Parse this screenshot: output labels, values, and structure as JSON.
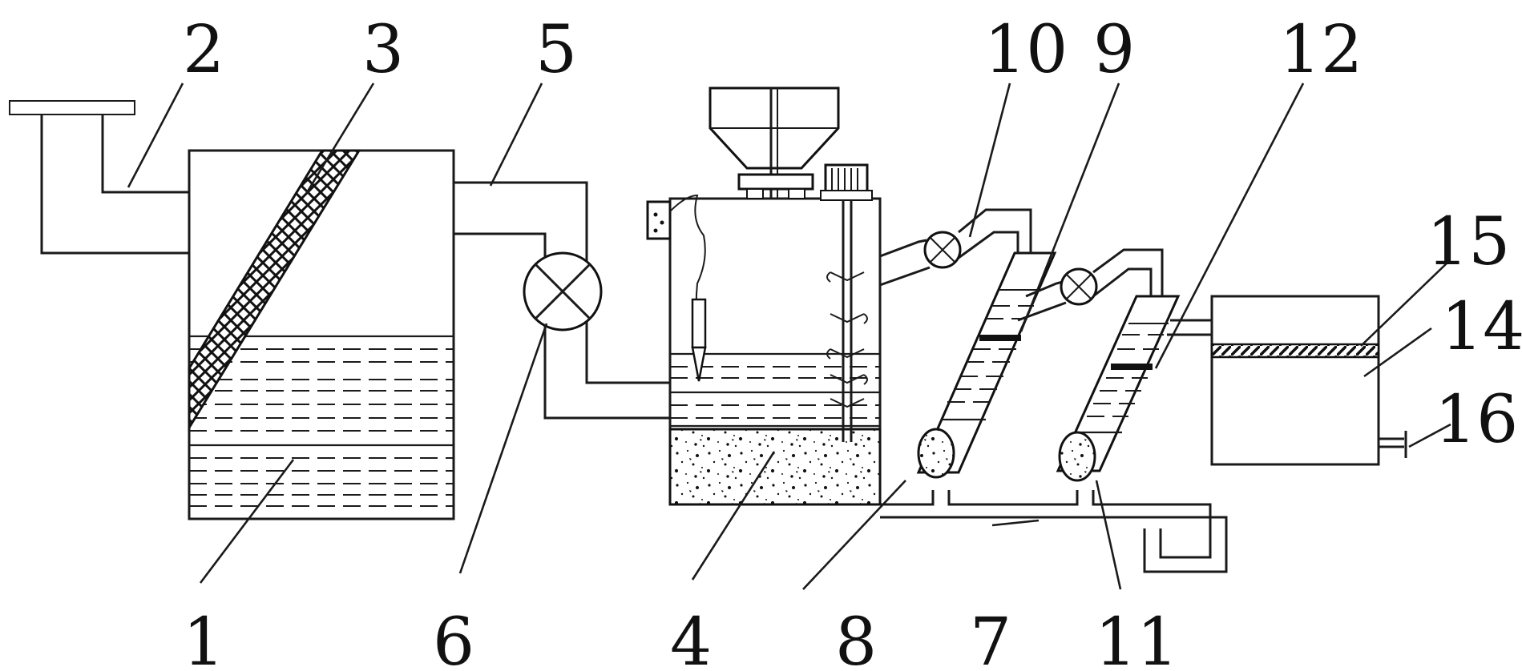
{
  "labels": {
    "l1": "1",
    "l2": "2",
    "l3": "3",
    "l4": "4",
    "l5": "5",
    "l6": "6",
    "l7": "7",
    "l8": "8",
    "l9": "9",
    "l10": "10",
    "l11": "11",
    "l12": "12",
    "l14": "14",
    "l15": "15",
    "l16": "16"
  }
}
